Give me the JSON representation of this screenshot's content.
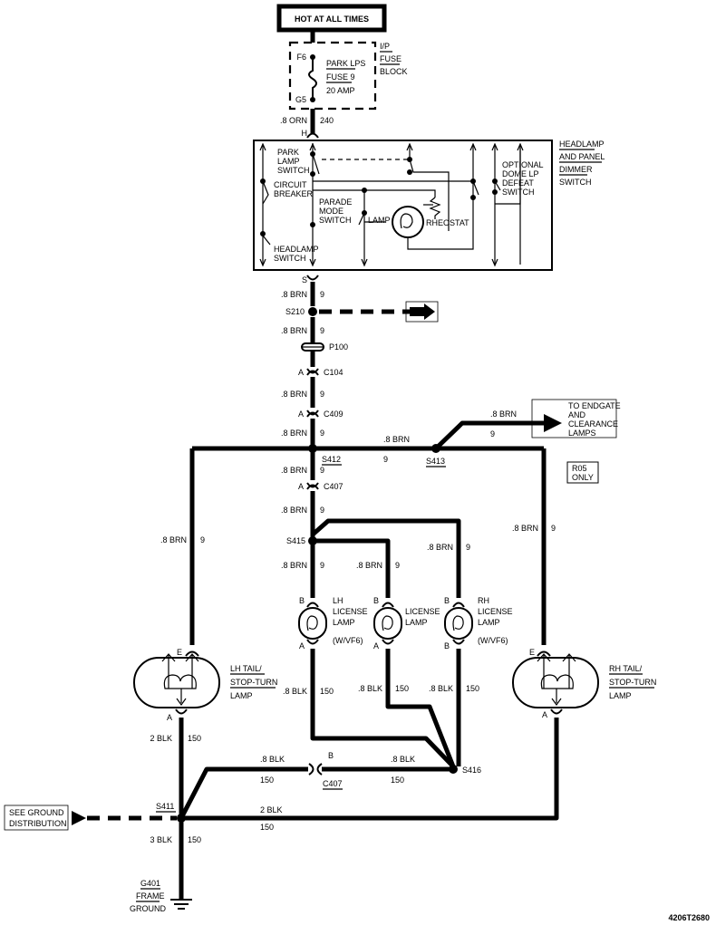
{
  "hot_box": "HOT AT ALL TIMES",
  "fuse": {
    "top_pin": "F6",
    "bottom_pin": "G5",
    "l1": "PARK LPS",
    "l2": "FUSE 9",
    "l3": "20 AMP",
    "block1": "I/P",
    "block2": "FUSE",
    "block3": "BLOCK"
  },
  "wire_top": {
    "gauge": ".8 ORN",
    "circuit": "240",
    "pin": "H"
  },
  "switch": {
    "t1": "HEADLAMP",
    "t2": "AND PANEL",
    "t3": "DIMMER",
    "t4": "SWITCH",
    "park1": "PARK",
    "park2": "LAMP",
    "park3": "SWITCH",
    "cb1": "CIRCUIT",
    "cb2": "BREAKER",
    "pm1": "PARADE",
    "pm2": "MODE",
    "pm3": "SWITCH",
    "lamp": "LAMP",
    "rheo": "RHEOSTAT",
    "od1": "OPTIONAL",
    "od2": "DOME LP",
    "od3": "DEFEAT",
    "od4": "SWITCH",
    "hs1": "HEADLAMP",
    "hs2": "SWITCH",
    "pin_s": "S"
  },
  "main": {
    "g1": ".8 BRN",
    "c1": "9",
    "s210": "S210",
    "g2": ".8 BRN",
    "c2": "9",
    "p100": "P100",
    "a1": "A",
    "c104": "C104",
    "g3": ".8 BRN",
    "c3": "9",
    "a2": "A",
    "c409": "C409",
    "g4": ".8 BRN",
    "c4": "9",
    "c4b": "9",
    "s412": "S412",
    "s413": "S413",
    "g5": ".8 BRN",
    "c5": "9",
    "a3": "A",
    "c407": "C407",
    "g6": ".8 BRN",
    "c6": "9",
    "s415": "S415",
    "g7": ".8 BRN",
    "c7": "9",
    "g8": ".8 BRN",
    "c8": "9",
    "g9": ".8 BRN",
    "c9": "9"
  },
  "endgate": {
    "g": ".8 BRN",
    "c": "9",
    "t1": "TO ENDGATE",
    "t2": "AND",
    "t3": "CLEARANCE",
    "t4": "LAMPS"
  },
  "r05": {
    "l1": "R05",
    "l2": "ONLY"
  },
  "left_branch": {
    "g": ".8 BRN",
    "c": "9",
    "pin_e": "E"
  },
  "right_branch": {
    "g": ".8 BRN",
    "c": "9",
    "pin_e": "E"
  },
  "lh_license": {
    "b": "B",
    "a": "A",
    "l1": "LH",
    "l2": "LICENSE",
    "l3": "LAMP",
    "l4": "(W/VF6)"
  },
  "license": {
    "b": "B",
    "a": "A",
    "l1": "LICENSE",
    "l2": "LAMP"
  },
  "rh_license": {
    "b": "B",
    "a": "B",
    "l1": "RH",
    "l2": "LICENSE",
    "l3": "LAMP",
    "l4": "(W/VF6)"
  },
  "lh_tail": {
    "l1": "LH TAIL/",
    "l2": "STOP-TURN",
    "l3": "LAMP",
    "pin_a": "A"
  },
  "rh_tail": {
    "l1": "RH TAIL/",
    "l2": "STOP-TURN",
    "l3": "LAMP",
    "pin_a": "A"
  },
  "blk": {
    "g1": ".8 BLK",
    "c1": "150",
    "g2": ".8 BLK",
    "c2": "150",
    "g3": ".8 BLK",
    "c3": "150",
    "g4": "2 BLK",
    "c4": "150",
    "g5": ".8 BLK",
    "c5": "150",
    "b": "B",
    "c407": "C407",
    "g6": ".8 BLK",
    "c6": "150",
    "s416": "S416",
    "g7": "2 BLK",
    "c7": "150",
    "s411": "S411",
    "g8": "3 BLK",
    "c8": "150"
  },
  "ground_dist": {
    "l1": "SEE GROUND",
    "l2": "DISTRIBUTION"
  },
  "ground": {
    "l1": "G401",
    "l2": "FRAME",
    "l3": "GROUND"
  },
  "diagram_id": "4206T2680"
}
